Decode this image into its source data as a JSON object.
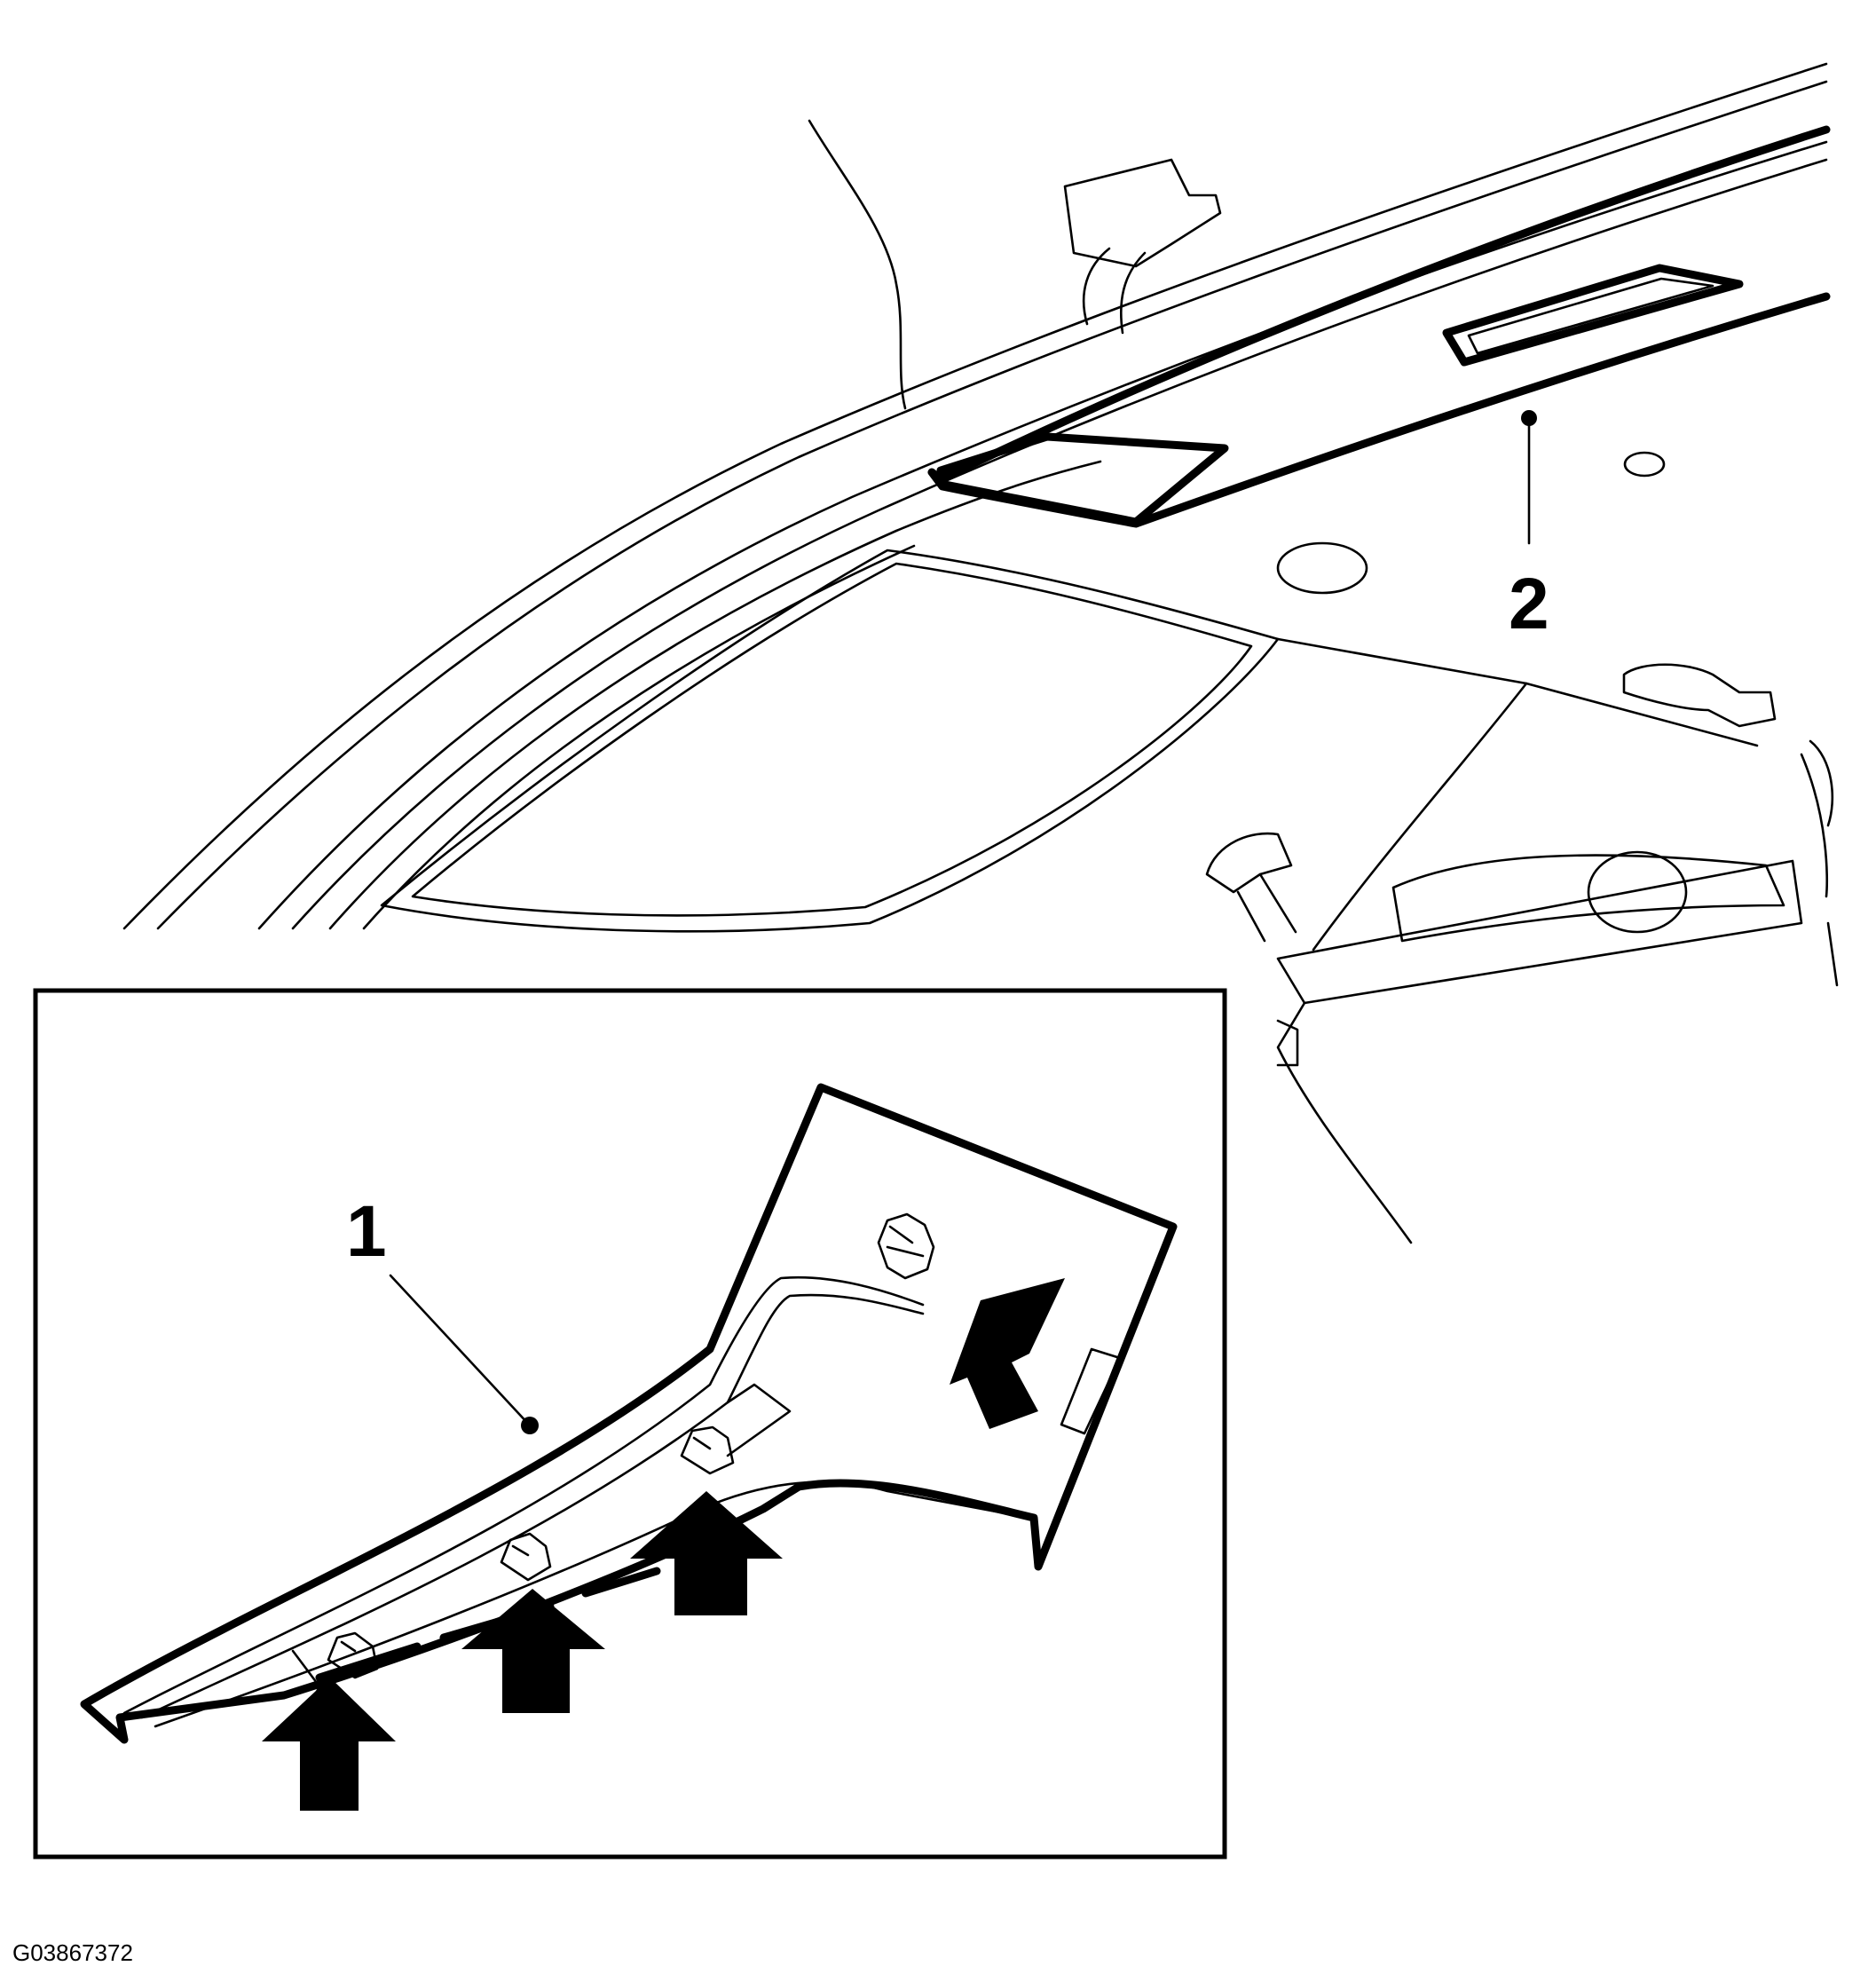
{
  "figure": {
    "callouts": [
      {
        "number": "1"
      },
      {
        "number": "2"
      }
    ],
    "figure_id": "G03867372",
    "colors": {
      "line": "#000000",
      "background": "#ffffff"
    },
    "arrow_count_inset": 4
  }
}
